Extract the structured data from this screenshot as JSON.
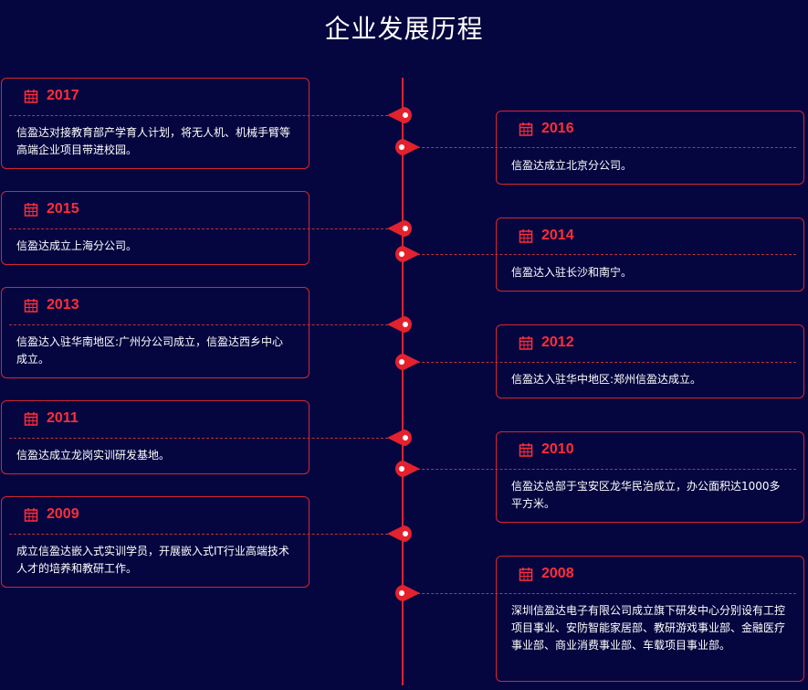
{
  "page": {
    "title": "企业发展历程"
  },
  "colors": {
    "background": "#05063f",
    "accent": "#d6252f",
    "year": "#ff2d3a",
    "text": "#ffffff"
  },
  "timeline": {
    "left": [
      {
        "year": "2017",
        "text": "信盈达对接教育部产学育人计划，将无人机、机械手臂等高端企业项目带进校园。"
      },
      {
        "year": "2015",
        "text": "信盈达成立上海分公司。"
      },
      {
        "year": "2013",
        "text": "信盈达入驻华南地区:广州分公司成立，信盈达西乡中心成立。"
      },
      {
        "year": "2011",
        "text": "信盈达成立龙岗实训研发基地。"
      },
      {
        "year": "2009",
        "text": "成立信盈达嵌入式实训学员，开展嵌入式IT行业高端技术人才的培养和教研工作。"
      }
    ],
    "right": [
      {
        "year": "2016",
        "text": "信盈达成立北京分公司。"
      },
      {
        "year": "2014",
        "text": "信盈达入驻长沙和南宁。"
      },
      {
        "year": "2012",
        "text": "信盈达入驻华中地区:郑州信盈达成立。"
      },
      {
        "year": "2010",
        "text": "信盈达总部于宝安区龙华民治成立，办公面积达1000多平方米。"
      },
      {
        "year": "2008",
        "text": "深圳信盈达电子有限公司成立旗下研发中心分别设有工控项目事业、安防智能家居部、教研游戏事业部、金融医疗事业部、商业消费事业部、车载项目事业部。"
      }
    ]
  }
}
